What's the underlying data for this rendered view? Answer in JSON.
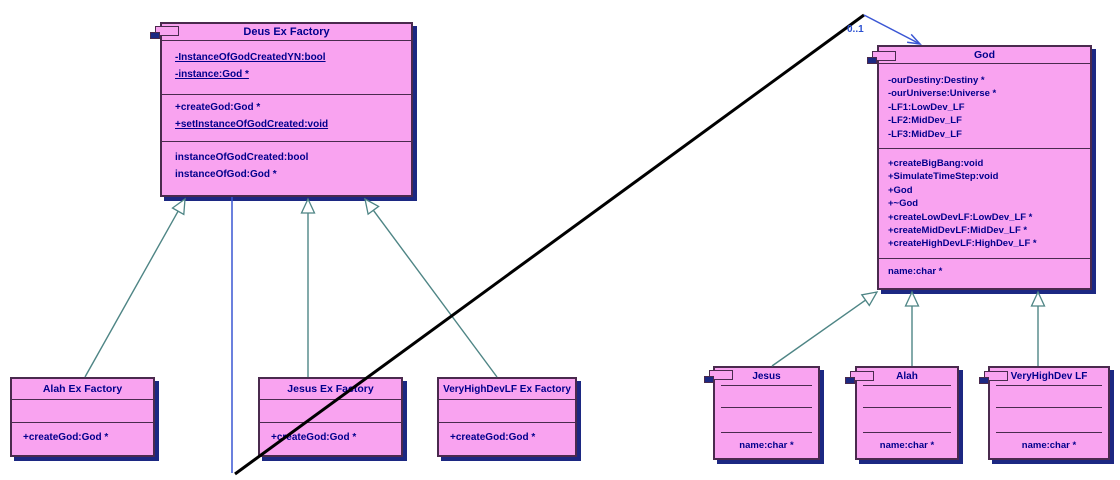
{
  "colors": {
    "box_fill": "#f9a3f0",
    "box_border": "#4a2a4e",
    "box_shadow": "#1c2882",
    "member_text": "#00008c",
    "generalization_line": "#4e8585",
    "association_line": "#3a56d4",
    "association_highlight": "#000000",
    "multiplicity_text": "#2b50d0"
  },
  "classes": {
    "deus": {
      "title": "Deus Ex Factory",
      "attributes": [
        {
          "text": "-InstanceOfGodCreatedYN:bool",
          "static": true
        },
        {
          "text": "-instance:God *",
          "static": true
        }
      ],
      "methods": [
        {
          "text": "+createGod:God *",
          "static": false
        },
        {
          "text": "+setInstanceOfGodCreated:void",
          "static": true
        }
      ],
      "extras": [
        {
          "text": "instanceOfGodCreated:bool"
        },
        {
          "text": "instanceOfGod:God *"
        }
      ]
    },
    "god": {
      "title": "God",
      "attributes": [
        {
          "text": "-ourDestiny:Destiny *"
        },
        {
          "text": "-ourUniverse:Universe *"
        },
        {
          "text": "-LF1:LowDev_LF"
        },
        {
          "text": "-LF2:MidDev_LF"
        },
        {
          "text": "-LF3:MidDev_LF"
        }
      ],
      "methods": [
        {
          "text": "+createBigBang:void"
        },
        {
          "text": "+SimulateTimeStep:void"
        },
        {
          "text": "+God"
        },
        {
          "text": "+~God"
        },
        {
          "text": "+createLowDevLF:LowDev_LF *"
        },
        {
          "text": "+createMidDevLF:MidDev_LF *"
        },
        {
          "text": "+createHighDevLF:HighDev_LF *"
        }
      ],
      "extras": [
        {
          "text": "name:char *"
        }
      ]
    },
    "alah_factory": {
      "title": "Alah Ex Factory",
      "methods": [
        {
          "text": "+createGod:God *"
        }
      ]
    },
    "jesus_factory": {
      "title": "Jesus Ex Factory",
      "methods": [
        {
          "text": "+createGod:God *"
        }
      ]
    },
    "veryhighdev_factory": {
      "title": "VeryHighDevLF Ex Factory",
      "methods": [
        {
          "text": "+createGod:God *"
        }
      ]
    },
    "jesus": {
      "title": "Jesus",
      "extras": [
        {
          "text": "name:char *"
        }
      ]
    },
    "alah": {
      "title": "Alah",
      "extras": [
        {
          "text": "name:char *"
        }
      ]
    },
    "veryhighdev": {
      "title": "VeryHighDev LF",
      "extras": [
        {
          "text": "name:char *"
        }
      ]
    }
  },
  "connections": {
    "generalizations": [
      {
        "from": "Alah Ex Factory",
        "to": "Deus Ex Factory"
      },
      {
        "from": "Jesus Ex Factory",
        "to": "Deus Ex Factory"
      },
      {
        "from": "VeryHighDevLF Ex Factory",
        "to": "Deus Ex Factory"
      },
      {
        "from": "Jesus",
        "to": "God"
      },
      {
        "from": "Alah",
        "to": "God"
      },
      {
        "from": "VeryHighDev LF",
        "to": "God"
      }
    ],
    "association": {
      "from": "Deus Ex Factory",
      "to": "God",
      "multiplicity": "0..1"
    }
  }
}
